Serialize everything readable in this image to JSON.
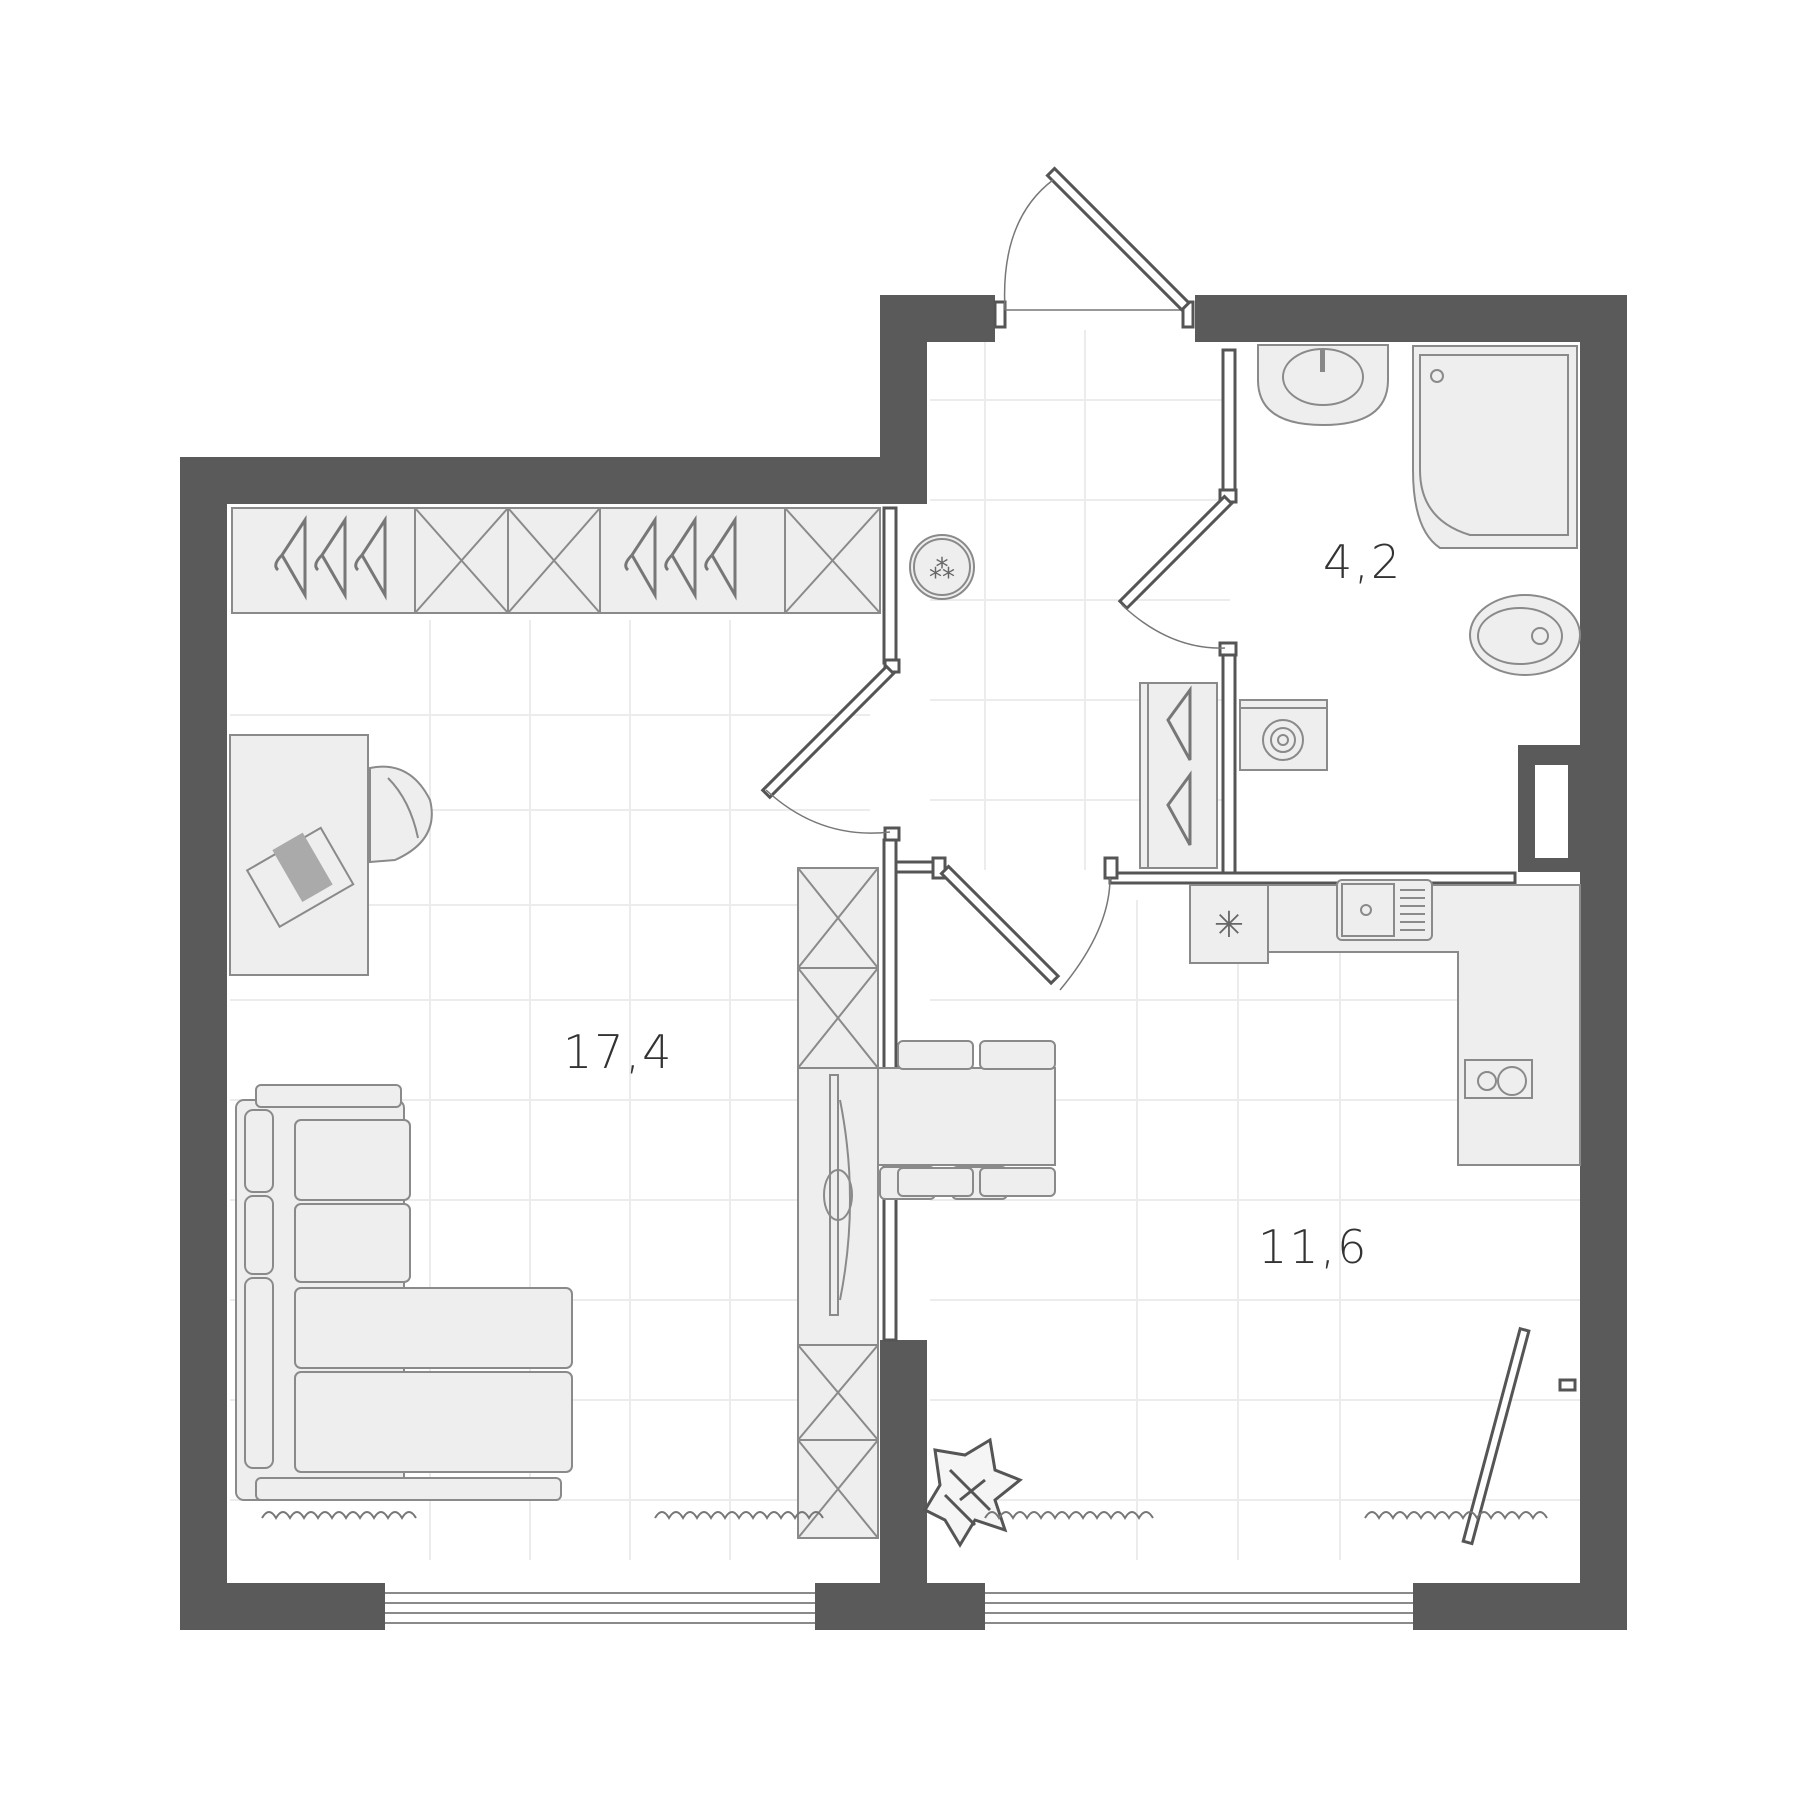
{
  "plan": {
    "title": "Apartment floor plan",
    "colors": {
      "wall": "#5a5a5a",
      "furniture_fill": "#eeeeee",
      "furniture_stroke": "#8a8a8a",
      "grid": "#ececec",
      "label": "#333333"
    },
    "rooms": [
      {
        "id": "living-room",
        "area": "17,4"
      },
      {
        "id": "bathroom",
        "area": "4,2"
      },
      {
        "id": "kitchen",
        "area": "11,6"
      }
    ],
    "furniture": [
      "wardrobe-hanging-left",
      "wardrobe-shelves",
      "wardrobe-hanging-right",
      "desk",
      "laptop",
      "office-chair",
      "corner-sofa",
      "tv-cabinet",
      "round-rug",
      "hallway-wardrobe",
      "washbasin",
      "shower-tray",
      "toilet",
      "washing-machine",
      "fridge",
      "sink",
      "cooktop",
      "dining-table",
      "dining-chairs",
      "plant",
      "radiators",
      "windows",
      "balcony-door"
    ]
  }
}
